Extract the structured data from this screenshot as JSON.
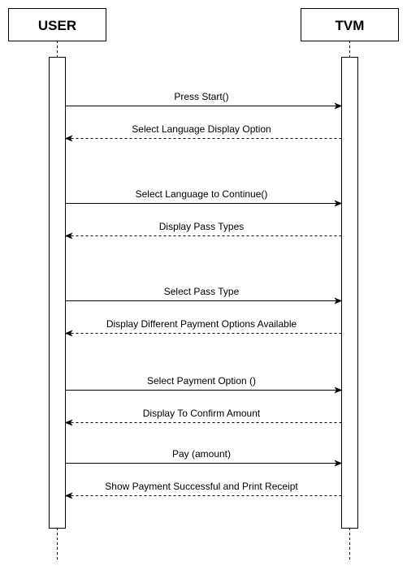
{
  "actors": [
    {
      "id": "user",
      "label": "USER"
    },
    {
      "id": "tvm",
      "label": "TVM"
    }
  ],
  "messages": [
    {
      "label": "Press Start()",
      "from": "user",
      "to": "tvm",
      "kind": "call"
    },
    {
      "label": "Select Language Display Option",
      "from": "tvm",
      "to": "user",
      "kind": "return"
    },
    {
      "label": "Select Language to Continue()",
      "from": "user",
      "to": "tvm",
      "kind": "call"
    },
    {
      "label": "Display Pass Types",
      "from": "tvm",
      "to": "user",
      "kind": "return"
    },
    {
      "label": "Select Pass Type",
      "from": "user",
      "to": "tvm",
      "kind": "call"
    },
    {
      "label": "Display Different Payment Options Available",
      "from": "tvm",
      "to": "user",
      "kind": "return"
    },
    {
      "label": "Select Payment Option ()",
      "from": "user",
      "to": "tvm",
      "kind": "call"
    },
    {
      "label": "Display To Confirm Amount",
      "from": "tvm",
      "to": "user",
      "kind": "return"
    },
    {
      "label": "Pay (amount)",
      "from": "user",
      "to": "tvm",
      "kind": "call"
    },
    {
      "label": "Show Payment Successful and Print Receipt",
      "from": "tvm",
      "to": "user",
      "kind": "return"
    }
  ],
  "colors": {
    "line": "#000000",
    "box_fill": "#ffffff"
  }
}
